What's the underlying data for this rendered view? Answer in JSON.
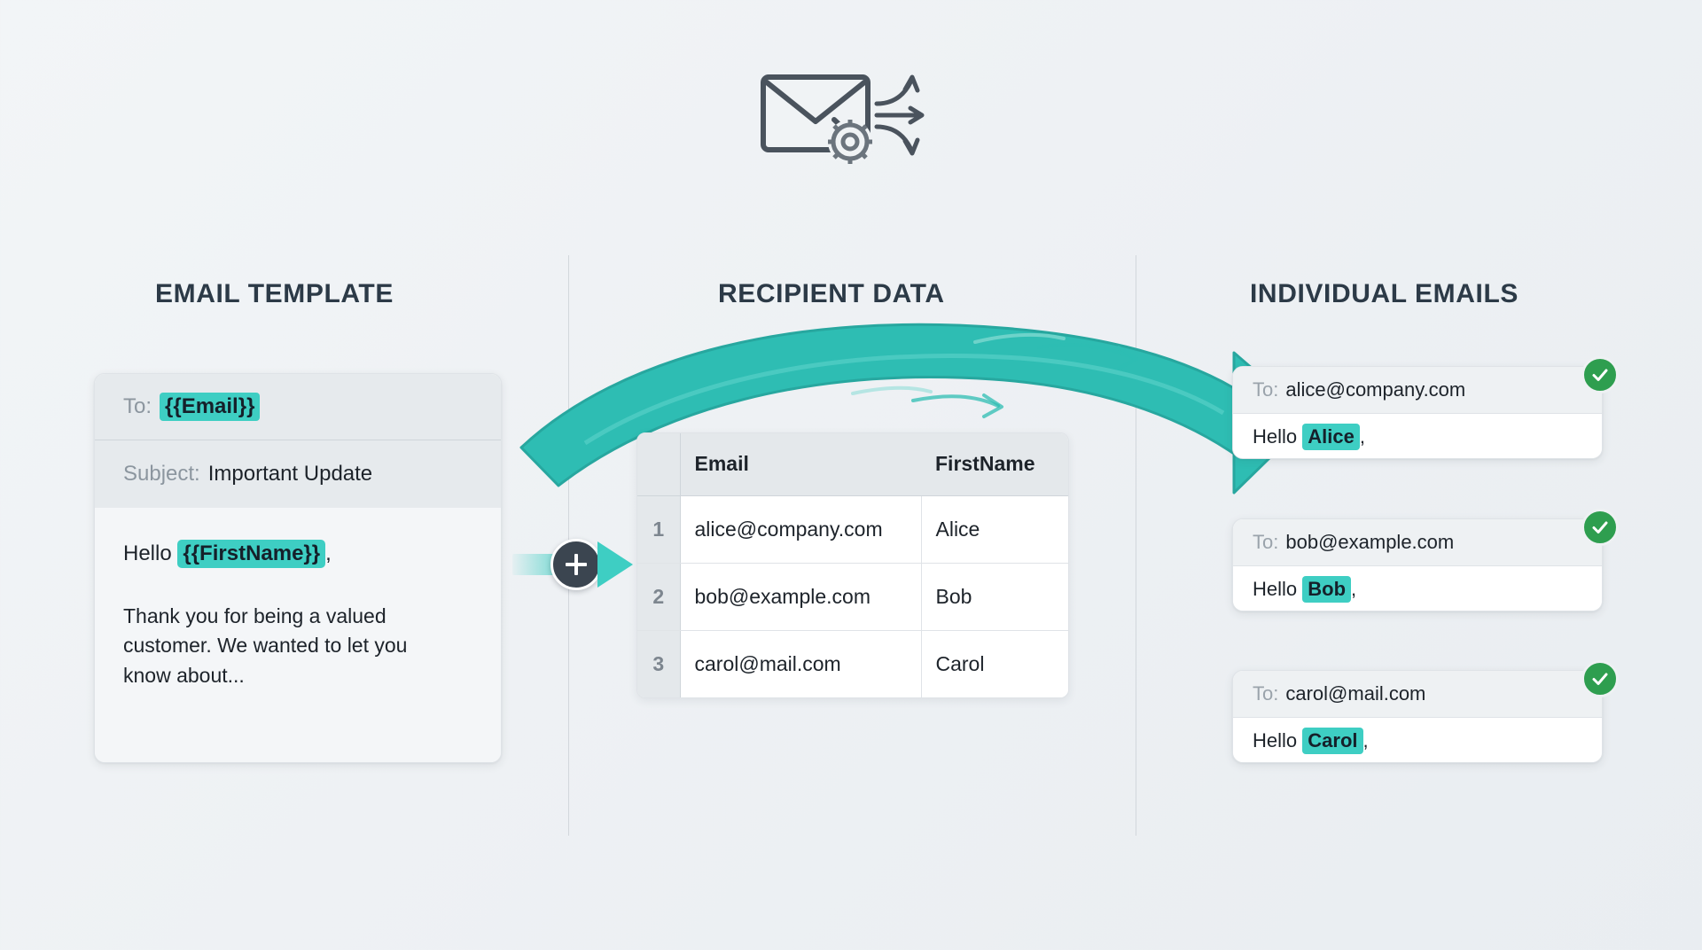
{
  "header": {
    "icon": "envelope-gear-arrows-icon"
  },
  "columns": {
    "template_title": "EMAIL TEMPLATE",
    "data_title": "RECIPIENT DATA",
    "output_title": "INDIVIDUAL EMAILS"
  },
  "template_card": {
    "to_label": "To:",
    "to_value": "{{Email}}",
    "subject_label": "Subject:",
    "subject_value": "Important Update",
    "greeting_prefix": "Hello",
    "greeting_token": "{{FirstName}}",
    "greeting_suffix": ",",
    "body_paragraph": "Thank you for being a valued customer. We wanted to let you know about..."
  },
  "merge_node": {
    "symbol": "+",
    "icon": "plus-merge-icon",
    "arrow_icon": "arrow-right-icon"
  },
  "recipient_table": {
    "columns": [
      "",
      "Email",
      "FirstName"
    ],
    "rows": [
      {
        "index": "1",
        "email": "alice@company.com",
        "firstname": "Alice"
      },
      {
        "index": "2",
        "email": "bob@example.com",
        "firstname": "Bob"
      },
      {
        "index": "3",
        "email": "carol@mail.com",
        "firstname": "Carol"
      }
    ]
  },
  "results": [
    {
      "to_label": "To:",
      "to_value": "alice@company.com",
      "greeting_prefix": "Hello",
      "greeting_name": "Alice",
      "greeting_suffix": ",",
      "status": "sent-check-icon"
    },
    {
      "to_label": "To:",
      "to_value": "bob@example.com",
      "greeting_prefix": "Hello",
      "greeting_name": "Bob",
      "greeting_suffix": ",",
      "status": "sent-check-icon"
    },
    {
      "to_label": "To:",
      "to_value": "carol@mail.com",
      "greeting_prefix": "Hello",
      "greeting_name": "Carol",
      "greeting_suffix": ",",
      "status": "sent-check-icon"
    }
  ],
  "colors": {
    "accent_teal": "#3ecec3",
    "arrow_teal": "#2ebdb3",
    "success_green": "#2e9e4f",
    "heading_slate": "#2c3a47",
    "node_dark": "#3b4550",
    "background": "#eef1f4"
  }
}
